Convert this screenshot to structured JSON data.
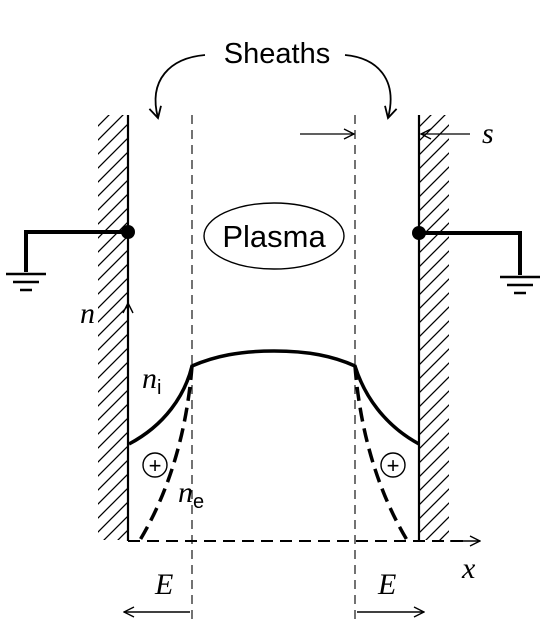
{
  "labels": {
    "sheaths": "Sheaths",
    "plasma": "Plasma",
    "s": "s",
    "n_axis": "n",
    "n_i_base": "n",
    "n_i_sub": "i",
    "n_e_base": "n",
    "n_e_sub": "e",
    "x_axis": "x",
    "e_left": "E",
    "e_right": "E",
    "plus_symbol": "+"
  },
  "colors": {
    "ink": "#000000",
    "background": "#ffffff"
  }
}
